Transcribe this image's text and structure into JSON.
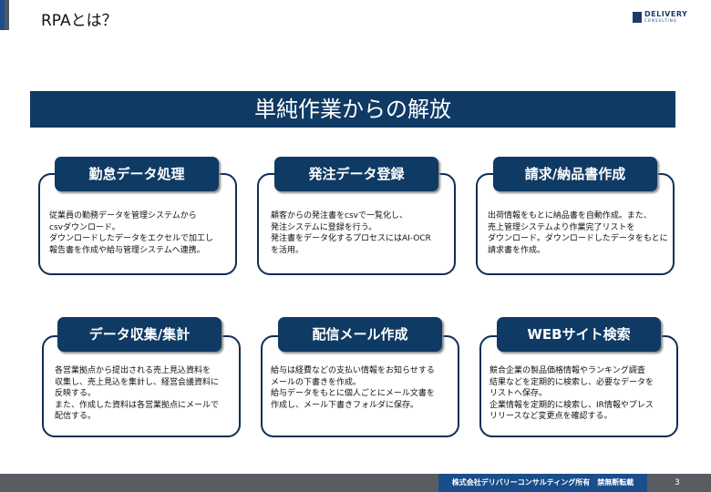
{
  "header": {
    "title": "RPAとは？",
    "logo_line1": "DELIVERY",
    "logo_line2": "CONSULTING"
  },
  "banner": "単純作業からの解放",
  "cards": [
    {
      "title": "勤怠データ処理",
      "body": "従業員の勤務データを管理システムから\ncsvダウンロード。\nダウンロードしたデータをエクセルで加工し\n報告書を作成や給与管理システムへ連携。"
    },
    {
      "title": "発注データ登録",
      "body": "顧客からの発注書をcsvで一覧化し、\n発注システムに登録を行う。\n発注書をデータ化するプロセスにはAI-OCR\nを活用。"
    },
    {
      "title": "請求/納品書作成",
      "body": "出荷情報をもとに納品書を自動作成。また、\n売上管理システムより作業完了リストを\nダウンロード。ダウンロードしたデータをもとに\n請求書を作成。"
    },
    {
      "title": "データ収集/集計",
      "body": "各営業拠点から提出される売上見込資料を\n収集し、売上見込を集計し、経営会議資料に\n反映する。\nまた、作成した資料は各営業拠点にメールで\n配信する。"
    },
    {
      "title": "配信メール作成",
      "body": "給与は経費などの支払い情報をお知らせする\nメールの下書きを作成。\n給与データをもとに個人ごとにメール文書を\n作成し、メール下書きフォルダに保存。"
    },
    {
      "title": "WEBサイト検索",
      "body": "競合企業の製品価格情報やランキング調査\n結果などを定期的に検索し、必要なデータを\nリストへ保存。\n企業情報を定期的に検索し、IR情報やプレス\nリリースなど変更点を確認する。"
    }
  ],
  "footer": {
    "copyright": "株式会社デリバリーコンサルティング所有　禁無断転載",
    "page": "3"
  }
}
